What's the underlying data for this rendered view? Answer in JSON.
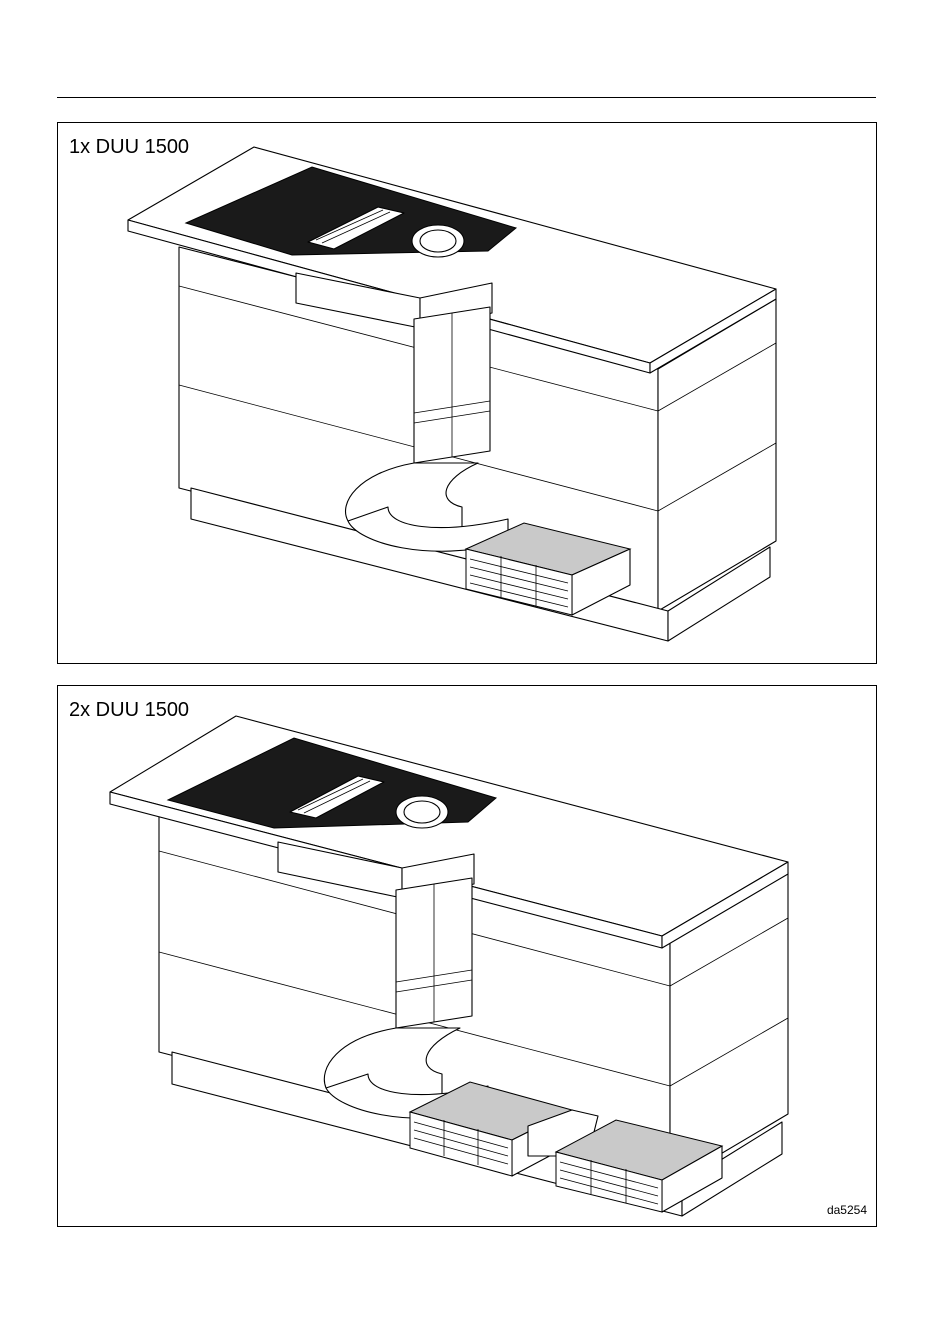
{
  "panels": [
    {
      "title": "1x DUU 1500"
    },
    {
      "title": "2x DUU 1500"
    }
  ],
  "document_code": "da5254",
  "colors": {
    "line": "#000000",
    "filter_box": "#c9c9c9",
    "hob": "#1a1a1a"
  }
}
